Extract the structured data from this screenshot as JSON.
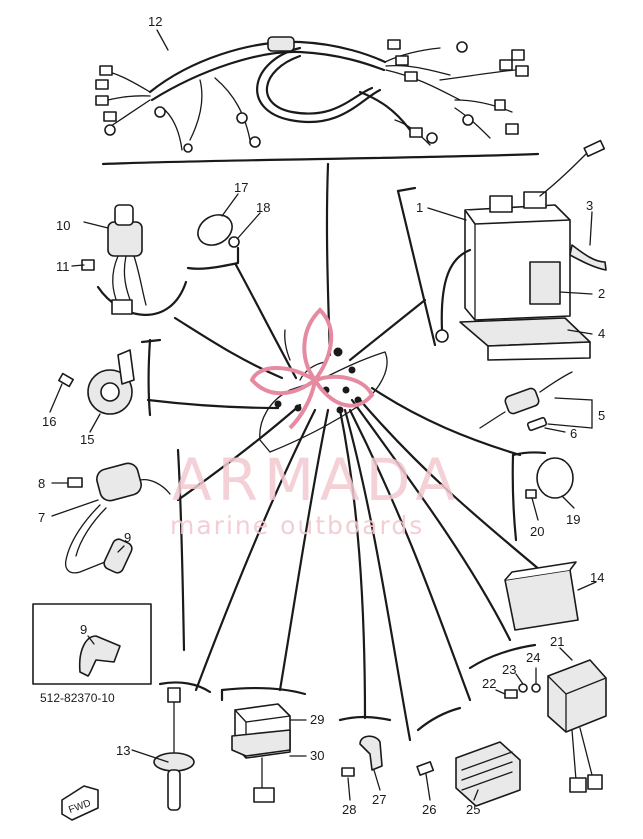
{
  "callouts": {
    "c1": "1",
    "c2": "2",
    "c3": "3",
    "c4": "4",
    "c5": "5",
    "c6": "6",
    "c7": "7",
    "c8": "8",
    "c9": "9",
    "c9b": "9",
    "c10": "10",
    "c11": "11",
    "c12": "12",
    "c13": "13",
    "c14": "14",
    "c15": "15",
    "c16": "16",
    "c17": "17",
    "c18": "18",
    "c19": "19",
    "c20": "20",
    "c21": "21",
    "c22": "22",
    "c23": "23",
    "c24": "24",
    "c25": "25",
    "c26": "26",
    "c27": "27",
    "c28": "28",
    "c29": "29",
    "c30": "30"
  },
  "inset_part_number": "512-82370-10",
  "fwd_label": "FWD",
  "watermark": {
    "brand": "ARMADA",
    "tagline": "marine outboards"
  },
  "colors": {
    "line": "#1a1a1a",
    "watermark": "#f2c9cf",
    "logo": "#e58aa0"
  }
}
